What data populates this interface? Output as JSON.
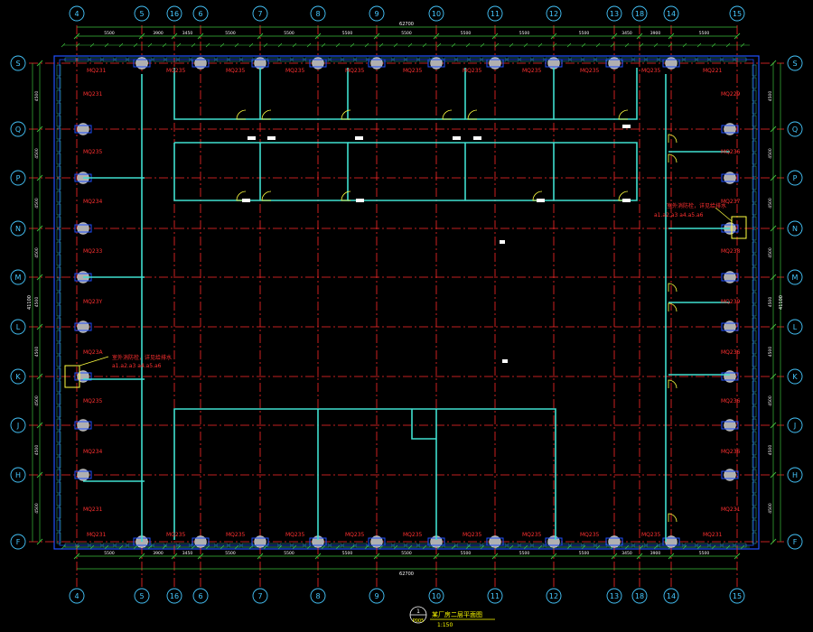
{
  "drawing": {
    "grid_columns": [
      "4",
      "5",
      "16",
      "6",
      "7",
      "8",
      "9",
      "10",
      "11",
      "12",
      "13",
      "18",
      "14",
      "15"
    ],
    "grid_rows": [
      "S",
      "Q",
      "P",
      "N",
      "M",
      "L",
      "K",
      "J",
      "H",
      "F"
    ],
    "top_overall_dimension": "62700",
    "bottom_overall_dimension": "62700",
    "left_overall_dimension": "41100",
    "right_overall_dimension": "41100",
    "top_column_spacings": [
      "5500",
      "3900",
      "3450",
      "5500",
      "5500",
      "5500",
      "5500",
      "5500",
      "5500",
      "5500",
      "3450",
      "3900",
      "5500"
    ],
    "bottom_column_spacings": [
      "5500",
      "3900",
      "3450",
      "5500",
      "5500",
      "5500",
      "5500",
      "5500",
      "5500",
      "5500",
      "3450",
      "3900",
      "5500"
    ],
    "left_row_spacings": [
      "4500",
      "4500",
      "4500",
      "4500",
      "4500",
      "4500",
      "4500",
      "4500",
      "4500"
    ],
    "right_row_spacings": [
      "4500",
      "4500",
      "4500",
      "4500",
      "4500",
      "4500",
      "4500",
      "4500",
      "4500"
    ],
    "top_wall_labels": [
      "MQ231",
      "MQ235",
      "MQ235",
      "MQ235",
      "MQ235",
      "MQ235",
      "MQ235",
      "MQ235",
      "MQ235",
      "MQ235",
      "MQ221"
    ],
    "bottom_wall_labels": [
      "MQ231",
      "MQ235",
      "MQ235",
      "MQ235",
      "MQ235",
      "MQ235",
      "MQ235",
      "MQ235",
      "MQ235",
      "MQ235",
      "MQ231"
    ],
    "left_wall_labels": [
      "MQ231",
      "MQ235",
      "MQ234",
      "MQ233",
      "MQ23Y",
      "MQ23A",
      "MQ235",
      "MQ234",
      "MQ231"
    ],
    "right_wall_labels": [
      "MQ229",
      "MQ236",
      "MQ237",
      "MQ238",
      "MQ239",
      "MQ236",
      "MQ236",
      "MQ236",
      "MQ231"
    ],
    "left_note": [
      "室外消防栓，详见给排水",
      "a1.a2.a3 a4.a5.a6"
    ],
    "right_note": [
      "室外消防栓，详见给排水",
      "a1.a2.a3 a4.a5.a6"
    ],
    "title_number": "1",
    "title_sheet": "P005",
    "title_text": "某厂房二层平面图",
    "scale_text": "1:150",
    "colors": {
      "grid_line": "#ff2a2a",
      "wall": "#40e0d0",
      "dim_line": "#3cbe3c",
      "axis_bubble": "#46c8ff",
      "column": "#b0b0b0",
      "label": "#ff3030",
      "door": "#ffff40",
      "frame": "#2050ff",
      "text_white": "#ffffff",
      "title_yellow": "#ffff00"
    }
  }
}
